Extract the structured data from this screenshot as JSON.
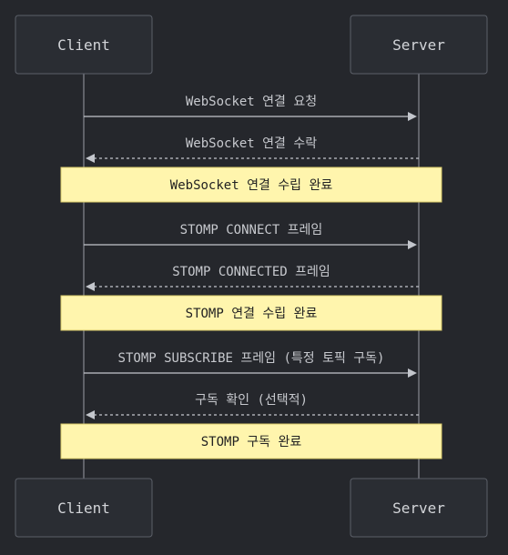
{
  "actors": [
    {
      "id": "client",
      "label": "Client"
    },
    {
      "id": "server",
      "label": "Server"
    }
  ],
  "steps": [
    {
      "kind": "message",
      "from": "client",
      "to": "server",
      "style": "solid",
      "label": "WebSocket 연결 요청"
    },
    {
      "kind": "message",
      "from": "server",
      "to": "client",
      "style": "dashed",
      "label": "WebSocket 연결 수락"
    },
    {
      "kind": "note",
      "label": "WebSocket 연결 수립 완료"
    },
    {
      "kind": "message",
      "from": "client",
      "to": "server",
      "style": "solid",
      "label": "STOMP CONNECT 프레임"
    },
    {
      "kind": "message",
      "from": "server",
      "to": "client",
      "style": "dashed",
      "label": "STOMP CONNECTED 프레임"
    },
    {
      "kind": "note",
      "label": "STOMP 연결 수립 완료"
    },
    {
      "kind": "message",
      "from": "client",
      "to": "server",
      "style": "solid",
      "label": "STOMP SUBSCRIBE 프레임 (특정 토픽 구독)"
    },
    {
      "kind": "message",
      "from": "server",
      "to": "client",
      "style": "dashed",
      "label": "구독 확인 (선택적)"
    },
    {
      "kind": "note",
      "label": "STOMP 구독 완료"
    }
  ],
  "colors": {
    "background": "#25272c",
    "note_fill": "#fff5ad",
    "line": "#c3c6cc"
  }
}
